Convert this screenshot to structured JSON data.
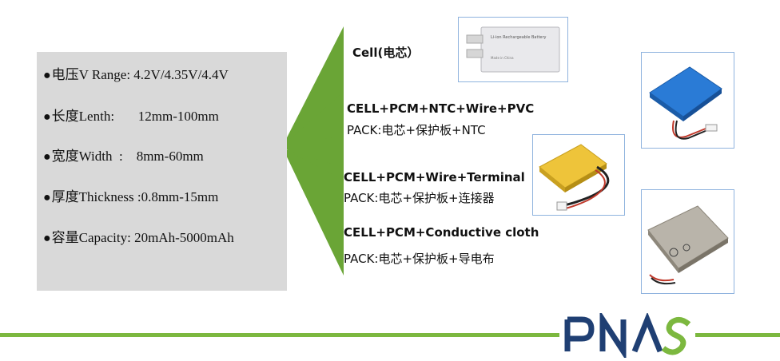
{
  "specs": [
    {
      "text": "电压V Range: 4.2V/4.35V/4.4V"
    },
    {
      "text": "长度Lenth:       12mm-100mm"
    },
    {
      "text": "宽度Width  :    8mm-60mm"
    },
    {
      "text": "厚度Thickness :0.8mm-15mm"
    },
    {
      "text": "容量Capacity: 20mAh-5000mAh"
    }
  ],
  "bullet": "●",
  "options": [
    {
      "line1": "Cell(电芯）",
      "line2": ""
    },
    {
      "line1": "CELL+PCM+NTC+Wire+PVC",
      "line2": "PACK:电芯+保护板+NTC"
    },
    {
      "line1": "CELL+PCM+Wire+Terminal",
      "line2": "PACK:电芯+保护板+连接器"
    },
    {
      "line1": "CELL+PCM+Conductive cloth",
      "line2": "PACK:电芯+保护板+导电布"
    }
  ],
  "cell_label": {
    "line1": "Li-ion Rechargeable Battery",
    "line2": "Made in China"
  },
  "logo": {
    "text": "PNAS",
    "colors": {
      "navy": "#1f3f73",
      "green": "#7cb83f"
    }
  },
  "colors": {
    "accent_green": "#6aa536",
    "spec_bg": "#d9d9d9"
  }
}
